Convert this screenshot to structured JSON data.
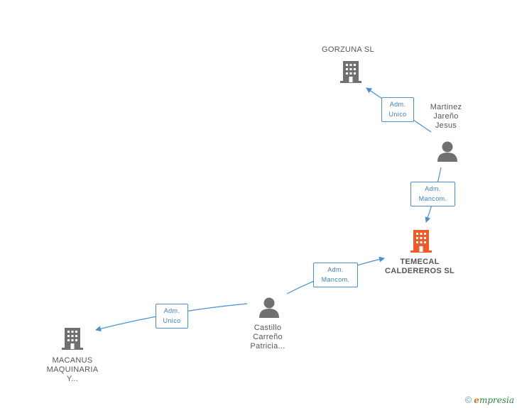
{
  "nodes": {
    "gorzuna": {
      "name_lines": [
        "GORZUNA SL"
      ],
      "kind": "company"
    },
    "martinez": {
      "name_lines": [
        "Martinez",
        "Jareño",
        "Jesus"
      ],
      "kind": "person"
    },
    "temecal": {
      "name_lines": [
        "TEMECAL",
        "CALDEREROS SL"
      ],
      "kind": "company-focus"
    },
    "castillo": {
      "name_lines": [
        "Castillo",
        "Carreño",
        "Patricia..."
      ],
      "kind": "person"
    },
    "macanus": {
      "name_lines": [
        "MACANUS",
        "MAQUINARIA",
        "Y..."
      ],
      "kind": "company"
    }
  },
  "edges": {
    "martinez_gorzuna": {
      "lines": [
        "Adm.",
        "Unico"
      ]
    },
    "martinez_temecal": {
      "lines": [
        "Adm.",
        "Mancom."
      ]
    },
    "castillo_temecal": {
      "lines": [
        "Adm.",
        "Mancom."
      ]
    },
    "castillo_macanus": {
      "lines": [
        "Adm.",
        "Unico"
      ]
    }
  },
  "colors": {
    "company": "#707070",
    "focus": "#f05a28",
    "person": "#707070",
    "edge": "#4a8fd4"
  },
  "footer": {
    "copyright": "©",
    "brand_initial": "e",
    "brand_rest": "mpresia"
  }
}
